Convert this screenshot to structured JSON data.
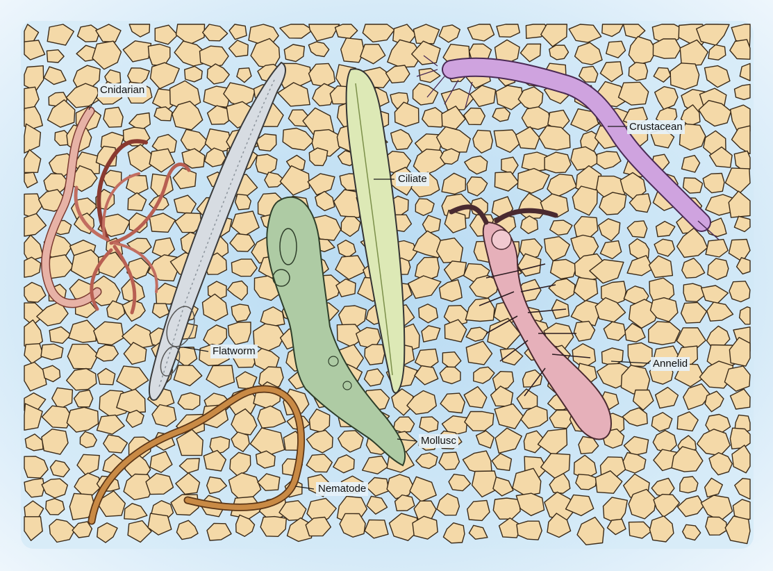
{
  "labels": {
    "cnidarian": "Cnidarian",
    "flatworm": "Flatworm",
    "nematode": "Nematode",
    "ciliate": "Ciliate",
    "mollusc": "Mollusc",
    "crustacean": "Crustacean",
    "annelid": "Annelid"
  },
  "colors": {
    "water": "#bfe0f5",
    "sand_grain": "#f4d9a8",
    "grain_outline": "#3a2a18",
    "cnidarian": "#d9958a",
    "flatworm": "#c9cfd6",
    "nematode": "#c98a45",
    "ciliate": "#d8e6b0",
    "mollusc": "#a9c8a0",
    "crustacean": "#c89bd6",
    "annelid": "#e2aab4"
  }
}
